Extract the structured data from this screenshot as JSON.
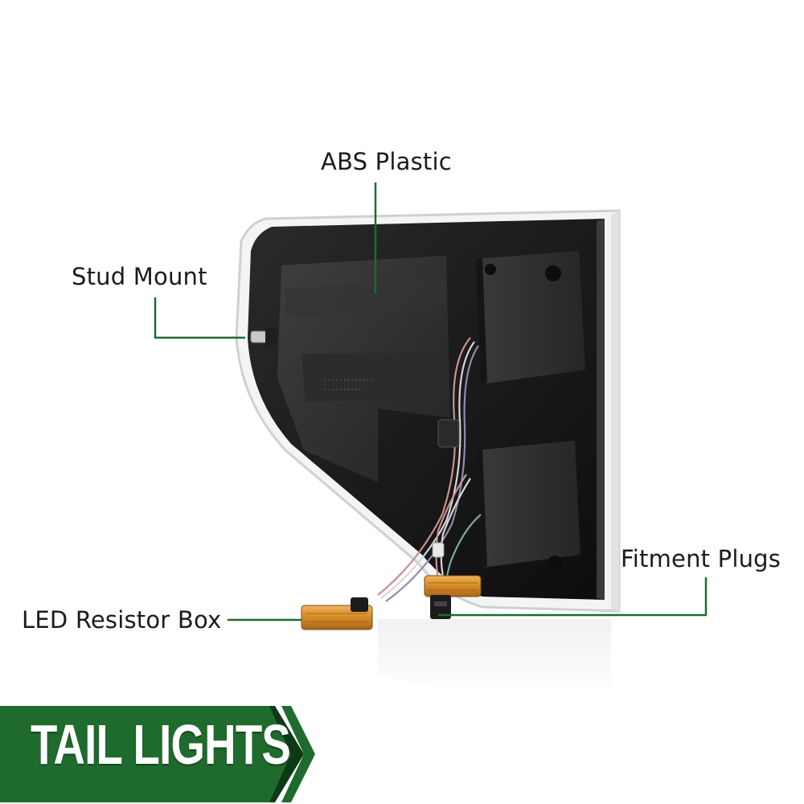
{
  "labels": {
    "abs_plastic": "ABS Plastic",
    "stud_mount": "Stud Mount",
    "fitment_plugs": "Fitment Plugs",
    "led_resistor_box": "LED Resistor Box"
  },
  "banner": {
    "title": "TAIL LIGHTS"
  },
  "colors": {
    "accent_green": "#1f6b2e",
    "banner_dark": "#0c3a17",
    "resistor_gold": "#d9942c",
    "housing_dark": "#1a1a1a"
  },
  "icons": [
    "chevron-right-icon"
  ]
}
